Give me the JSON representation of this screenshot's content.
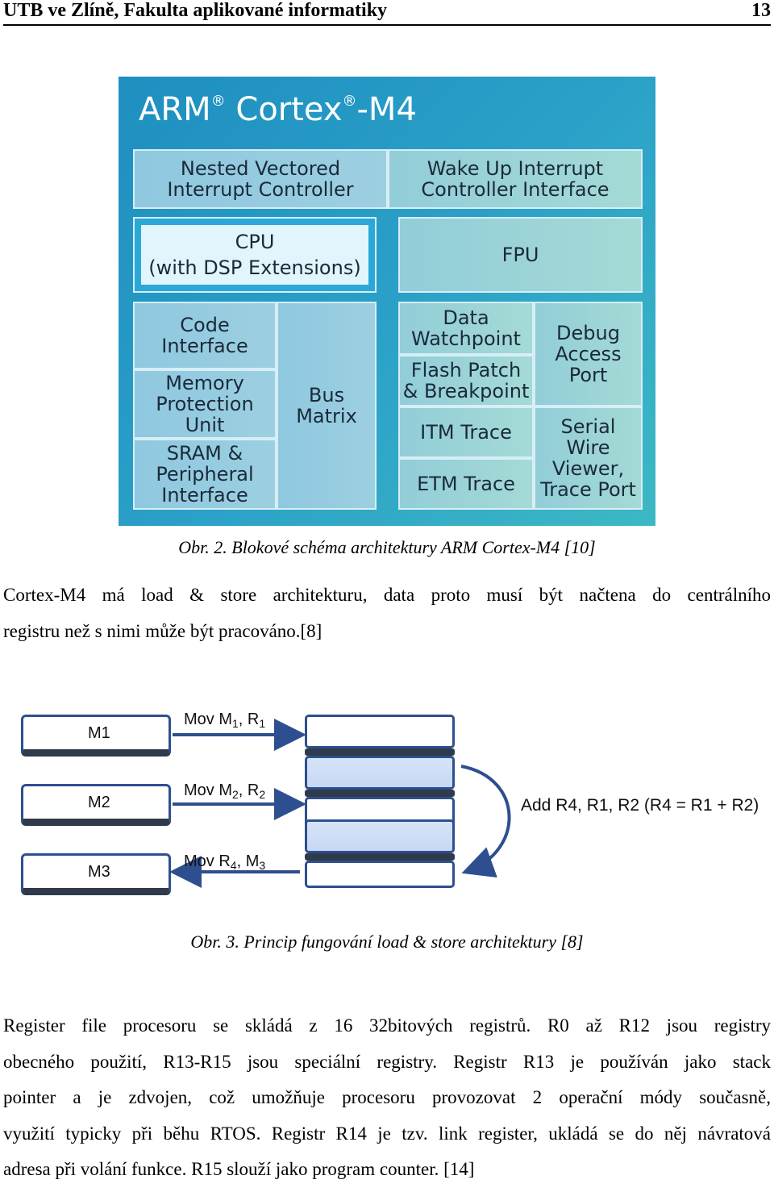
{
  "header": {
    "left": "UTB ve Zlíně, Fakulta aplikované informatiky",
    "page": "13"
  },
  "figure2": {
    "title_arm": "ARM",
    "title_cortex": "Cortex",
    "title_model": "-M4",
    "reg_mark": "®",
    "blocks": {
      "nvic": "Nested Vectored\nInterrupt Controller",
      "wic": "Wake Up Interrupt\nController Interface",
      "cpu": "CPU\n(with DSP Extensions)",
      "fpu": "FPU",
      "code": "Code\nInterface",
      "mpu": "Memory\nProtection\nUnit",
      "sram": "SRAM &\nPeripheral\nInterface",
      "bus": "Bus\nMatrix",
      "dw": "Data\nWatchpoint",
      "fpb": "Flash Patch\n& Breakpoint",
      "itm": "ITM Trace",
      "etm": "ETM Trace",
      "dap": "Debug\nAccess\nPort",
      "swv": "Serial\nWire\nViewer,\nTrace Port"
    },
    "caption": "Obr. 2. Blokové schéma architektury ARM Cortex-M4 [10]"
  },
  "para1": {
    "line1": "Cortex-M4 má load & store architekturu, data proto musí být načtena do centrálního",
    "line2": "registru než s nimi může být pracováno.[8]"
  },
  "figure3": {
    "memory": [
      "M1",
      "M2",
      "M3"
    ],
    "mov1": {
      "op": "Mov M",
      "a": "1",
      "b": "R",
      "c": "1"
    },
    "mov2": {
      "op": "Mov M",
      "a": "2",
      "b": "R",
      "c": "2"
    },
    "mov3": {
      "op": "Mov R",
      "a": "4",
      "b": "M",
      "c": "3"
    },
    "add": "Add R4, R1, R2 (R4 = R1 + R2)",
    "caption": "Obr. 3. Princip fungování load & store architektury [8]"
  },
  "para2": {
    "line1": "Register file procesoru se skládá z 16 32bitových registrů. R0 až R12 jsou registry",
    "line2": "obecného použití, R13-R15 jsou speciální registry. Registr R13 je používán jako stack",
    "line3": "pointer a je zdvojen, což umožňuje procesoru provozovat 2 operační módy současně,",
    "line4": "využití typicky při běhu RTOS. Registr R14 je tzv. link register, ukládá se do něj návratová",
    "line5": "adresa při volání funkce. R15 slouží jako program counter. [14]"
  }
}
